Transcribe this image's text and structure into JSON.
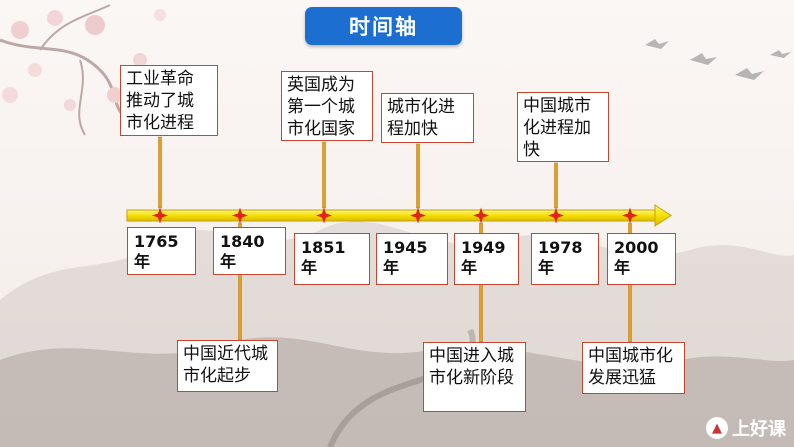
{
  "title": "时间轴",
  "events_above": [
    {
      "text": "工业革命推动了城市化进程",
      "lines": [
        "工业革命",
        "推动了城",
        "市化进程"
      ]
    },
    {
      "text": "英国成为第一个城市化国家",
      "lines": [
        "英国成为",
        "第一个城",
        "市化国家"
      ]
    },
    {
      "text": "城市化进程加快",
      "lines": [
        "城市化进",
        "程加快"
      ]
    },
    {
      "text": "中国城市化进程加快",
      "lines": [
        "中国城市",
        "化进程加",
        "快"
      ]
    }
  ],
  "events_below": [
    {
      "text": "中国近代城市化起步",
      "lines": [
        "中国近代城",
        "市化起步"
      ]
    },
    {
      "text": "中国进入城市化新阶段",
      "lines": [
        "中国进入城",
        "市化新阶段"
      ]
    },
    {
      "text": "中国城市化发展迅猛",
      "lines": [
        "中国城市化",
        "发展迅猛"
      ]
    }
  ],
  "years": [
    {
      "year": "1765",
      "unit": "年"
    },
    {
      "year": "1840",
      "unit": "年"
    },
    {
      "year": "1851",
      "unit": "年"
    },
    {
      "year": "1945",
      "unit": "年"
    },
    {
      "year": "1949",
      "unit": "年"
    },
    {
      "year": "1978",
      "unit": "年"
    },
    {
      "year": "2000",
      "unit": "年"
    }
  ],
  "logo_text": "上好课",
  "colors": {
    "title_bg": "#1c6fd1",
    "axis": "#f5e000",
    "axis_edge": "#d8a400",
    "marker": "#e2231a",
    "box_border": "#c8452f",
    "connector": "#e3a01e"
  }
}
